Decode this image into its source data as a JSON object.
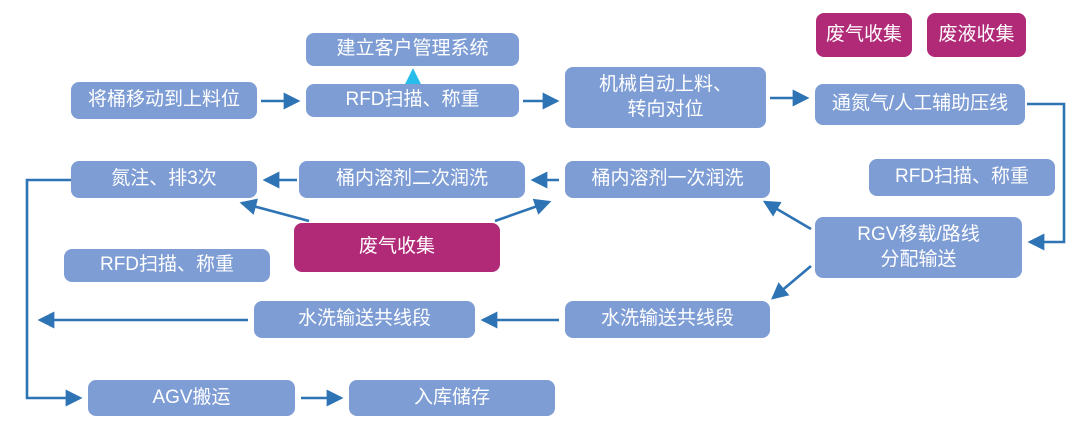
{
  "diagram": {
    "type": "flowchart",
    "colors": {
      "node_blue": "#7E9DD4",
      "node_magenta": "#B12A78",
      "arrow_blue": "#2E74B5",
      "arrow_cyan": "#27BDEB",
      "text": "#FFFFFF",
      "background": "#FFFFFF"
    },
    "nodes": {
      "waste_gas_top": {
        "label": "废气收集"
      },
      "waste_liquid_top": {
        "label": "废液收集"
      },
      "crm": {
        "label": "建立客户管理系统"
      },
      "move_barrel": {
        "label": "将桶移动到上料位"
      },
      "rfd_scan_1": {
        "label": "RFD扫描、称重"
      },
      "auto_load": {
        "label": "机械自动上料、\n转向对位"
      },
      "nitrogen_press": {
        "label": "通氮气/人工辅助压线"
      },
      "rfd_scan_right": {
        "label": "RFD扫描、称重"
      },
      "rgv": {
        "label": "RGV移载/路线\n分配输送"
      },
      "rinse_first": {
        "label": "桶内溶剂一次润洗"
      },
      "rinse_second": {
        "label": "桶内溶剂二次润洗"
      },
      "nitrogen_purge": {
        "label": "氮注、排3次"
      },
      "rfd_scan_left": {
        "label": "RFD扫描、称重"
      },
      "waste_gas_mid": {
        "label": "废气收集"
      },
      "wash_left": {
        "label": "水洗输送共线段"
      },
      "wash_right": {
        "label": "水洗输送共线段"
      },
      "agv": {
        "label": "AGV搬运"
      },
      "storage": {
        "label": "入库储存"
      }
    },
    "edges": [
      {
        "from": "move_barrel",
        "to": "rfd_scan_1"
      },
      {
        "from": "rfd_scan_1",
        "to": "crm",
        "style": "cyan"
      },
      {
        "from": "rfd_scan_1",
        "to": "auto_load"
      },
      {
        "from": "auto_load",
        "to": "nitrogen_press"
      },
      {
        "from": "nitrogen_press",
        "to": "rgv"
      },
      {
        "from": "rgv",
        "to": "rinse_first"
      },
      {
        "from": "rinse_first",
        "to": "rinse_second"
      },
      {
        "from": "rinse_second",
        "to": "nitrogen_purge"
      },
      {
        "from": "waste_gas_mid",
        "to": "nitrogen_purge"
      },
      {
        "from": "waste_gas_mid",
        "to": "rinse_first"
      },
      {
        "from": "rgv",
        "to": "wash_right"
      },
      {
        "from": "wash_right",
        "to": "wash_left"
      },
      {
        "from": "wash_left",
        "to": "agv"
      },
      {
        "from": "nitrogen_purge",
        "to": "agv"
      },
      {
        "from": "agv",
        "to": "storage"
      }
    ]
  }
}
